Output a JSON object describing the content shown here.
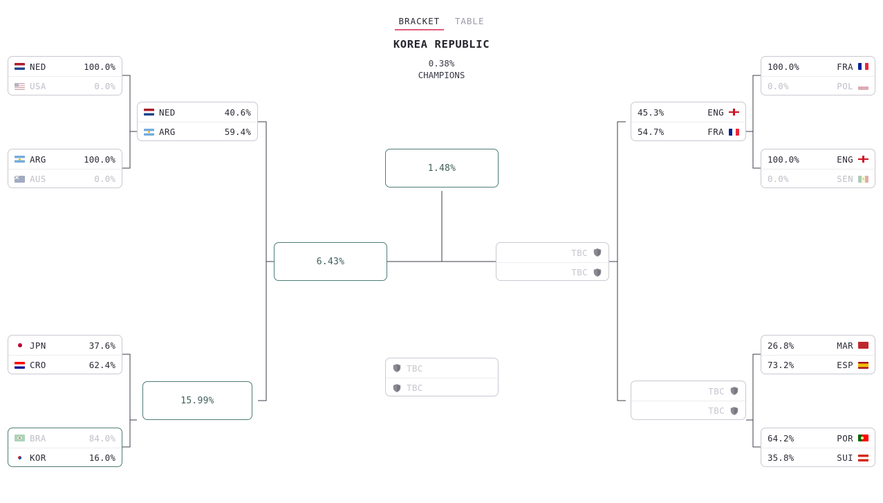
{
  "header": {
    "tab_bracket": "BRACKET",
    "tab_table": "TABLE",
    "champion": "KOREA REPUBLIC",
    "champion_pct": "0.38%",
    "champion_label": "CHAMPIONS"
  },
  "colors": {
    "accent_underline": "#e05c7a",
    "highlight_border": "#4e7d77",
    "box_border": "#c9c9d2",
    "text": "#2b2b36",
    "dim_text": "#bfbfc8"
  },
  "tbc_label": "TBC",
  "matches": {
    "r16_l1": {
      "side": "left",
      "highlight": false,
      "teams": [
        {
          "code": "NED",
          "pct": "100.0%",
          "flag": "f-ned",
          "eliminated": false
        },
        {
          "code": "USA",
          "pct": "0.0%",
          "flag": "f-usa",
          "eliminated": true
        }
      ]
    },
    "r16_l2": {
      "side": "left",
      "highlight": false,
      "teams": [
        {
          "code": "ARG",
          "pct": "100.0%",
          "flag": "f-arg",
          "eliminated": false
        },
        {
          "code": "AUS",
          "pct": "0.0%",
          "flag": "f-aus",
          "eliminated": true
        }
      ]
    },
    "r16_l3": {
      "side": "left",
      "highlight": false,
      "teams": [
        {
          "code": "JPN",
          "pct": "37.6%",
          "flag": "f-jpn",
          "eliminated": false
        },
        {
          "code": "CRO",
          "pct": "62.4%",
          "flag": "f-cro",
          "eliminated": false
        }
      ]
    },
    "r16_l4": {
      "side": "left",
      "highlight": true,
      "teams": [
        {
          "code": "BRA",
          "pct": "84.0%",
          "flag": "f-bra",
          "eliminated": true
        },
        {
          "code": "KOR",
          "pct": "16.0%",
          "flag": "f-kor",
          "eliminated": false
        }
      ]
    },
    "r16_r1": {
      "side": "right",
      "highlight": false,
      "teams": [
        {
          "code": "FRA",
          "pct": "100.0%",
          "flag": "f-fra",
          "eliminated": false
        },
        {
          "code": "POL",
          "pct": "0.0%",
          "flag": "f-pol",
          "eliminated": true
        }
      ]
    },
    "r16_r2": {
      "side": "right",
      "highlight": false,
      "teams": [
        {
          "code": "ENG",
          "pct": "100.0%",
          "flag": "f-eng",
          "eliminated": false
        },
        {
          "code": "SEN",
          "pct": "0.0%",
          "flag": "f-sen",
          "eliminated": true
        }
      ]
    },
    "r16_r3": {
      "side": "right",
      "highlight": false,
      "teams": [
        {
          "code": "MAR",
          "pct": "26.8%",
          "flag": "f-mar",
          "eliminated": false
        },
        {
          "code": "ESP",
          "pct": "73.2%",
          "flag": "f-esp",
          "eliminated": false
        }
      ]
    },
    "r16_r4": {
      "side": "right",
      "highlight": false,
      "teams": [
        {
          "code": "POR",
          "pct": "64.2%",
          "flag": "f-por",
          "eliminated": false
        },
        {
          "code": "SUI",
          "pct": "35.8%",
          "flag": "f-sui",
          "eliminated": false
        }
      ]
    },
    "qf_l1": {
      "side": "left",
      "highlight": false,
      "teams": [
        {
          "code": "NED",
          "pct": "40.6%",
          "flag": "f-ned",
          "eliminated": false
        },
        {
          "code": "ARG",
          "pct": "59.4%",
          "flag": "f-arg",
          "eliminated": false
        }
      ]
    },
    "qf_l2": {
      "side": "left",
      "highlight": true,
      "pct_only": "15.99%"
    },
    "qf_r1": {
      "side": "right",
      "highlight": false,
      "teams": [
        {
          "code": "ENG",
          "pct": "45.3%",
          "flag": "f-eng",
          "eliminated": false
        },
        {
          "code": "FRA",
          "pct": "54.7%",
          "flag": "f-fra",
          "eliminated": false
        }
      ]
    },
    "qf_r2": {
      "side": "right",
      "highlight": false,
      "tbc": true
    },
    "sf_l": {
      "side": "left",
      "highlight": true,
      "pct_only": "6.43%"
    },
    "sf_r": {
      "side": "right",
      "highlight": false,
      "tbc": true
    },
    "final": {
      "highlight": true,
      "pct_only": "1.48%"
    },
    "third_place": {
      "side": "left",
      "highlight": false,
      "tbc": true
    }
  }
}
